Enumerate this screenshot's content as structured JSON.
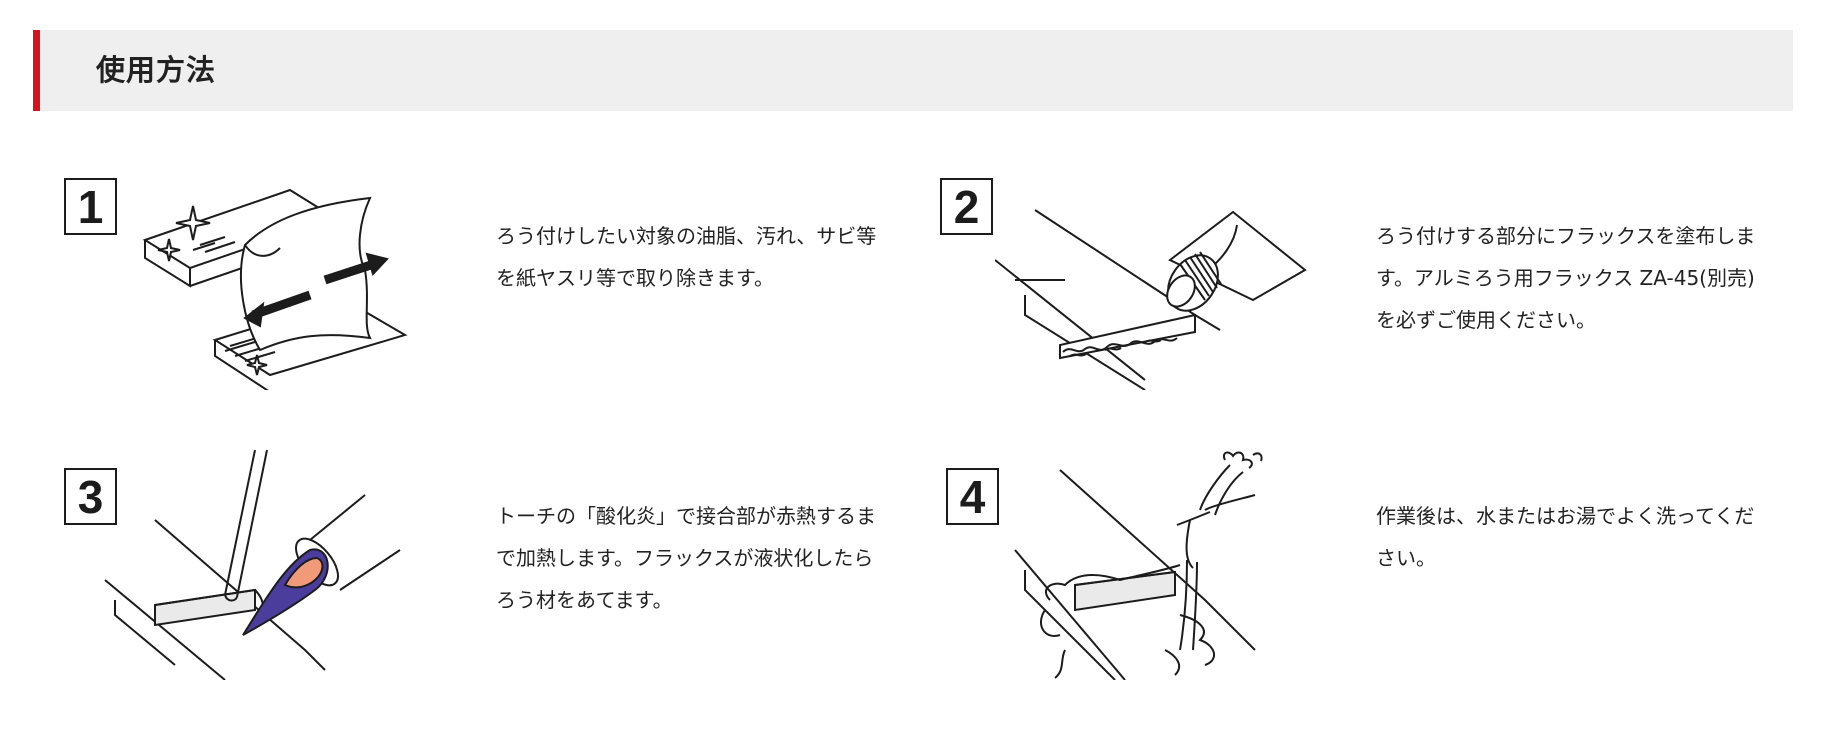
{
  "section": {
    "title": "使用方法"
  },
  "steps": [
    {
      "number": "1",
      "text": "ろう付けしたい対象の油脂、汚れ、サビ等を紙ヤスリ等で取り除きます。",
      "icon": "sandpaper-cleaning-illustration"
    },
    {
      "number": "2",
      "text": "ろう付けする部分にフラックスを塗布します。アルミろう用フラックス ZA-45(別売)を必ずご使用ください。",
      "icon": "flux-tube-illustration"
    },
    {
      "number": "3",
      "text": "トーチの「酸化炎」で接合部が赤熱するまで加熱します。フラックスが液状化したらろう材をあてます。",
      "icon": "torch-heating-illustration"
    },
    {
      "number": "4",
      "text": "作業後は、水またはお湯でよく洗ってください。",
      "icon": "water-washing-illustration"
    }
  ],
  "colors": {
    "accent": "#d7131e",
    "header_bg": "#efefef",
    "flame_outer": "#4a3d9c",
    "flame_inner": "#f09a7a"
  }
}
